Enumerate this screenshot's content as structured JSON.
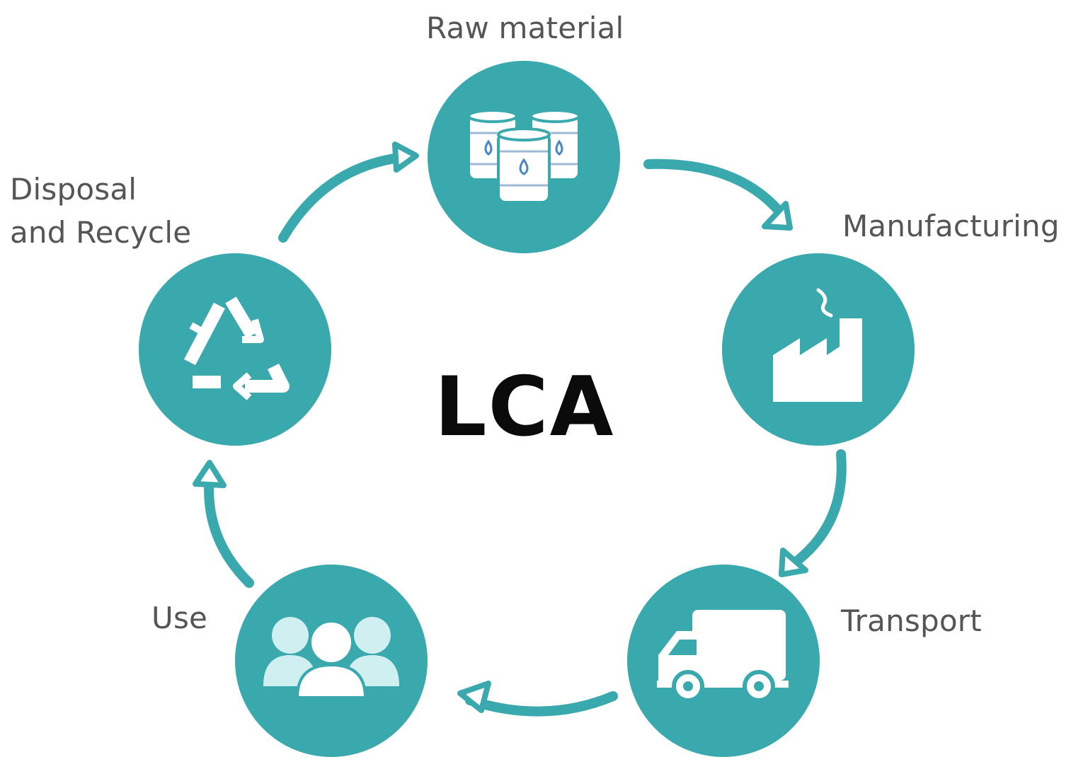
{
  "diagram": {
    "center_title": "LCA",
    "stages": [
      {
        "label_lines": [
          "Raw material"
        ],
        "icon": "oil-barrels-icon"
      },
      {
        "label_lines": [
          "Manufacturing"
        ],
        "icon": "factory-icon"
      },
      {
        "label_lines": [
          "Transport"
        ],
        "icon": "delivery-truck-icon"
      },
      {
        "label_lines": [
          "Use"
        ],
        "icon": "people-group-icon"
      },
      {
        "label_lines": [
          "Disposal",
          "and Recycle"
        ],
        "icon": "recycle-icon"
      }
    ],
    "colors": {
      "circle_fill": "#3aa9ae",
      "arrow_stroke": "#3aa9ae",
      "icon_fill": "#ffffff",
      "icon_light": "#cfeff1",
      "label_text": "#555555",
      "title_text": "#0b0b0b"
    }
  }
}
